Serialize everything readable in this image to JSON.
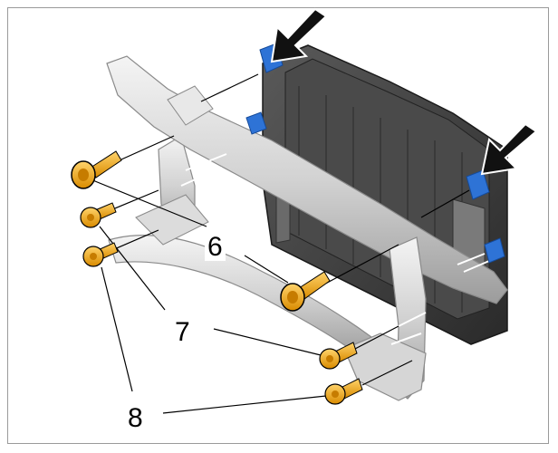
{
  "callouts": {
    "six": "6",
    "seven": "7",
    "eight": "8"
  },
  "colors": {
    "bolt": "#f2a614",
    "clip": "#2e73d6",
    "frame": "#d9d9d9",
    "radiator": "#3c3c3c",
    "arrow": "#111111"
  }
}
